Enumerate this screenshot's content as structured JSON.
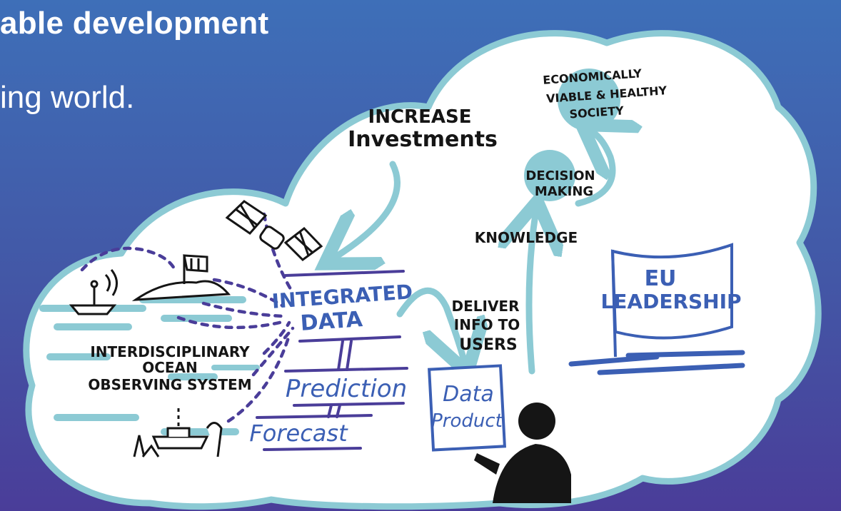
{
  "slide": {
    "title": "able development",
    "subtitle": "ing world."
  },
  "diagram": {
    "observing_system": [
      "INTERDISCIPLINARY",
      "OCEAN",
      "OBSERVING SYSTEM"
    ],
    "integrated_data": [
      "INTEGRATED",
      "DATA"
    ],
    "prediction": "Prediction",
    "forecast": "Forecast",
    "increase_investments": [
      "INCREASE",
      "Investments"
    ],
    "deliver_info": [
      "DELIVER",
      "INFO TO",
      "USERS"
    ],
    "data_product": [
      "Data",
      "Product"
    ],
    "knowledge": "KNOWLEDGE",
    "decision_making": [
      "DECISION",
      "MAKING"
    ],
    "society": [
      "ECONOMICALLY",
      "VIABLE & HEALTHY",
      "SOCIETY"
    ],
    "eu_leadership": [
      "EU",
      "LEADERSHIP"
    ]
  },
  "colors": {
    "background_top": "#3e6fb8",
    "background_bottom": "#4a3d99",
    "cloud_fill": "#ffffff",
    "cloud_outline": "#8ccad4",
    "accent_teal": "#8ccad4",
    "ink_purple": "#4a3d99",
    "ink_blue": "#3b5fb4",
    "ink_dark": "#151515"
  }
}
